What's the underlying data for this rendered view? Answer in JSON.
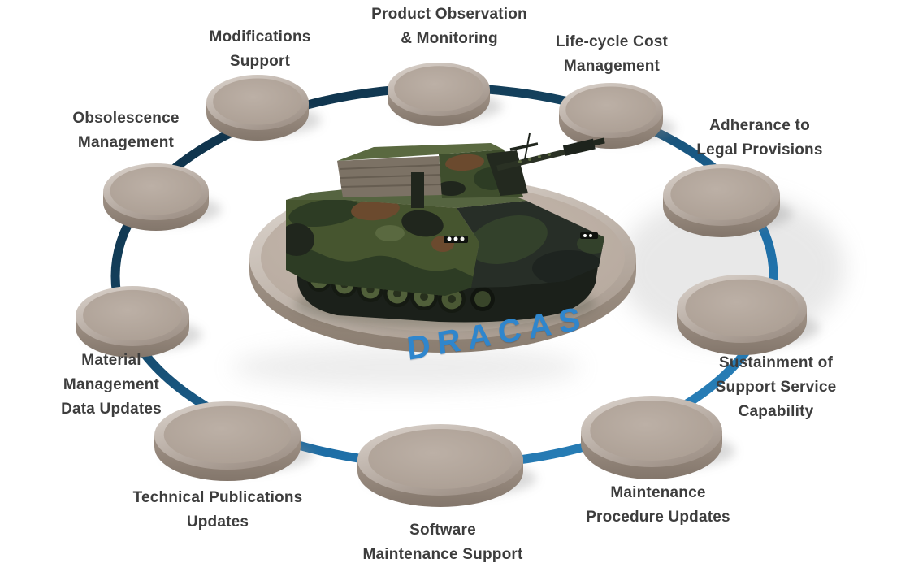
{
  "diagram": {
    "type": "circular-process-diagram",
    "center_label": "DRACAS",
    "center_image": "camouflaged-armored-fighting-vehicle",
    "colors": {
      "ring_dark": "#0d2a3f",
      "ring_bright": "#2379b4",
      "disc_face": "#b6aa9f",
      "disc_rim_highlight": "#dcd4cd",
      "platform_face": "#c2b5ab",
      "label_text": "#3d3d3d",
      "center_label_blue": "#2f86cd",
      "camo_green": "#46552f",
      "camo_brown": "#6b4a2e",
      "camo_black": "#20261d"
    },
    "nodes": [
      {
        "id": "product-observation-monitoring",
        "lines": [
          "Product Observation",
          "& Monitoring"
        ]
      },
      {
        "id": "life-cycle-cost-management",
        "lines": [
          "Life-cycle Cost",
          "Management"
        ]
      },
      {
        "id": "adherance-to-legal-provisions",
        "lines": [
          "Adherance to",
          "Legal Provisions"
        ]
      },
      {
        "id": "sustainment-of-support-service-capability",
        "lines": [
          "Sustainment of",
          "Support Service",
          "Capability"
        ]
      },
      {
        "id": "maintenance-procedure-updates",
        "lines": [
          "Maintenance",
          "Procedure Updates"
        ]
      },
      {
        "id": "software-maintenance-support",
        "lines": [
          "Software",
          "Maintenance Support"
        ]
      },
      {
        "id": "technical-publications-updates",
        "lines": [
          "Technical Publications",
          "Updates"
        ]
      },
      {
        "id": "material-management-data-updates",
        "lines": [
          "Material",
          "Management",
          "Data Updates"
        ]
      },
      {
        "id": "obsolescence-management",
        "lines": [
          "Obsolescence",
          "Management"
        ]
      },
      {
        "id": "modifications-support",
        "lines": [
          "Modifications",
          "Support"
        ]
      }
    ]
  }
}
